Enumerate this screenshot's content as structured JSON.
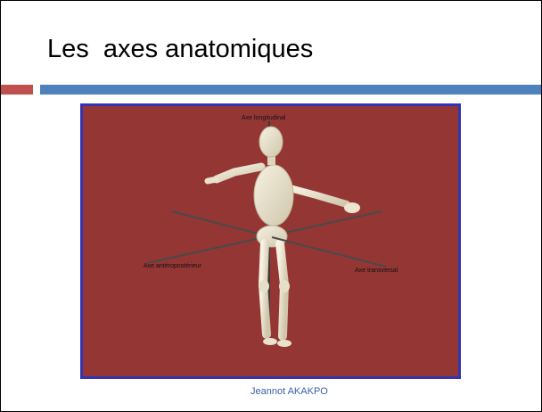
{
  "slide": {
    "title": "Les  axes anatomiques",
    "author": "Jeannot AKAKPO",
    "colors": {
      "accent_red": "#c0504d",
      "accent_blue": "#4f81bd",
      "figure_background": "#943634",
      "figure_border": "#3333b3",
      "author_text": "#3a5fa8"
    }
  },
  "figure": {
    "subject": "skeleton-mannequin",
    "axes": {
      "longitudinal": "Axe longitudinal",
      "anteroposterior": "Axe antéropostérieur",
      "transversal": "Axe transversal"
    }
  }
}
